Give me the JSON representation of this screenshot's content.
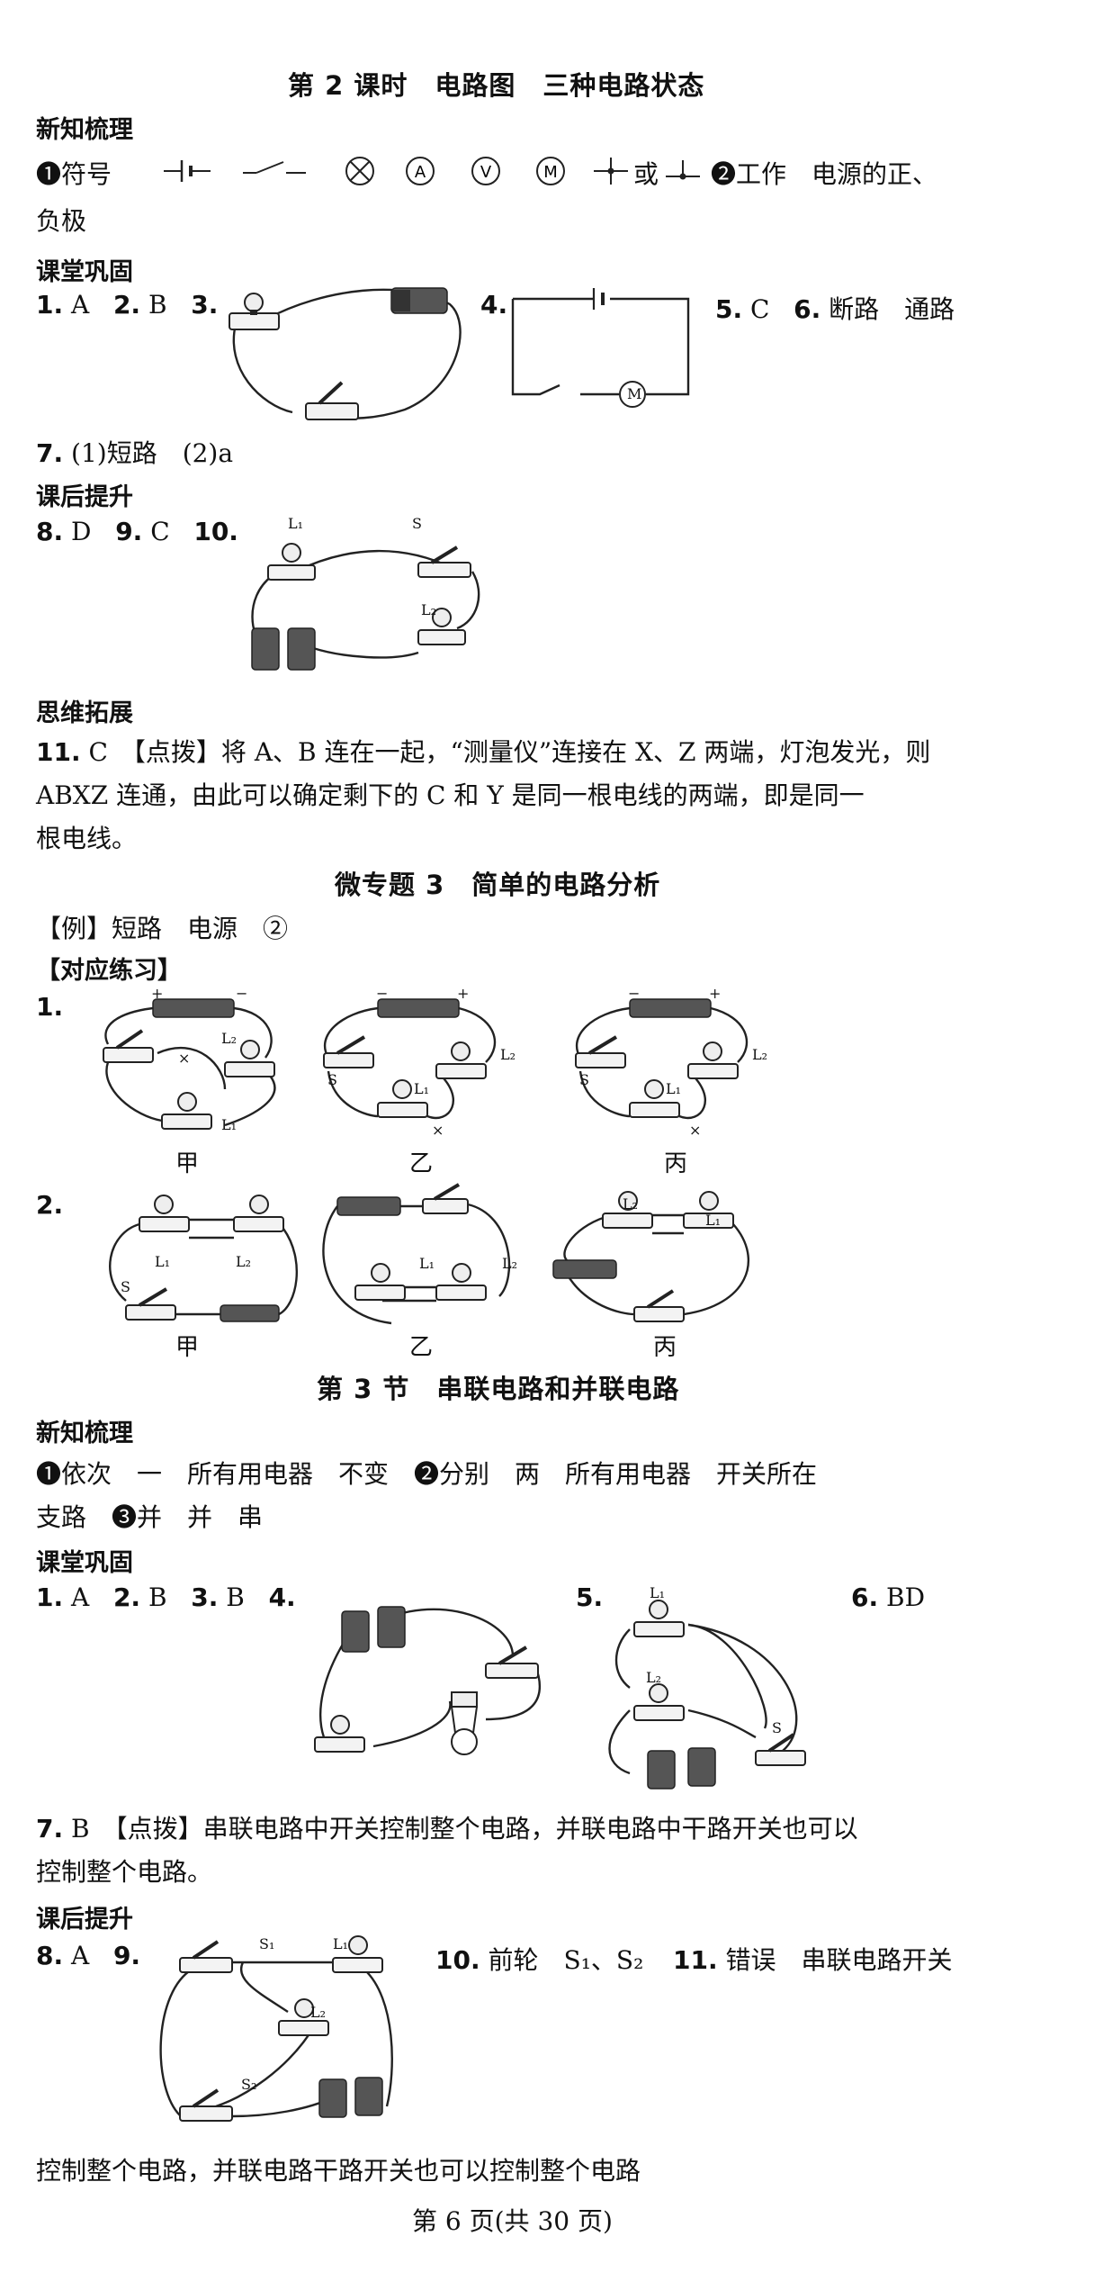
{
  "sections": {
    "lesson2_title": "第 2 课时　电路图　三种电路状态",
    "micro3_title": "微专题 3　简单的电路分析",
    "lesson3_title": "第 3 节　串联电路和并联电路"
  },
  "lesson2": {
    "h_xinzhi": "新知梳理",
    "line1_prefix": "❶符号",
    "huo": "或",
    "line1_suffix": "❷工作　电源的正、",
    "line2": "负极",
    "h_ketang": "课堂巩固",
    "q1": "1.",
    "a1": " A",
    "q2": "2.",
    "a2": " B",
    "q3": "3.",
    "q4": "4.",
    "q5": "5.",
    "a5": " C",
    "q6": "6.",
    "a6": " 断路　通路",
    "q7": "7.",
    "a7": " (1)短路　(2)a",
    "h_kehou": "课后提升",
    "q8": "8.",
    "a8": " D",
    "q9": "9.",
    "a9": " C",
    "q10": "10.",
    "h_siwei": "思维拓展",
    "q11": "11.",
    "a11_line1": " C　【点拨】将 A、B 连在一起，“测量仪”连接在 X、Z 两端，灯泡发光，则",
    "a11_line2": "ABXZ 连通，由此可以确定剩下的 C 和 Y 是同一根电线的两端，即是同一",
    "a11_line3": "根电线。"
  },
  "micro3": {
    "example": "【例】短路　电源　②",
    "practice": "【对应练习】",
    "q1": "1.",
    "q2": "2.",
    "cap_jia": "甲",
    "cap_yi": "乙",
    "cap_bing": "丙"
  },
  "lesson3": {
    "h_xinzhi": "新知梳理",
    "line1": "❶依次　一　所有用电器　不变　❷分别　两　所有用电器　开关所在",
    "line2": "支路　❸并　并　串",
    "h_ketang": "课堂巩固",
    "q1": "1.",
    "a1": " A",
    "q2": "2.",
    "a2": " B",
    "q3": "3.",
    "a3": " B",
    "q4": "4.",
    "q5": "5.",
    "q6": "6.",
    "a6": " BD",
    "q7": "7.",
    "a7_line1": " B　【点拨】串联电路中开关控制整个电路，并联电路中干路开关也可以",
    "a7_line2": "控制整个电路。",
    "h_kehou": "课后提升",
    "q8": "8.",
    "a8": " A",
    "q9": "9.",
    "q10": "10.",
    "a10": " 前轮　S₁、S₂",
    "q11": "11.",
    "a11": " 错误　串联电路开关",
    "a11_line2": "控制整个电路，并联电路干路开关也可以控制整个电路"
  },
  "labels": {
    "L1": "L₁",
    "L2": "L₂",
    "S": "S",
    "S1": "S₁",
    "S2": "S₂",
    "M": "M",
    "plus": "+",
    "minus": "−",
    "cross": "×"
  },
  "footer": "第 6 页(共 30 页)"
}
